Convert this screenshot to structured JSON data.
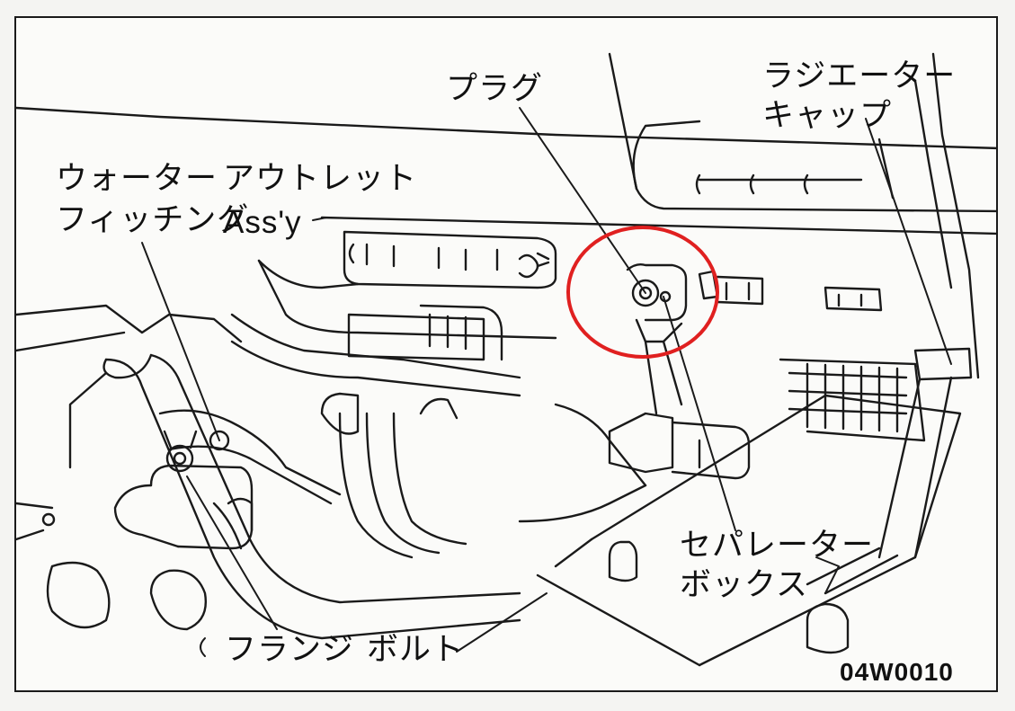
{
  "labels": {
    "plug": "プラグ",
    "radiator_line1": "ラジエーター",
    "radiator_line2": "キャップ",
    "water_line1": "ウォーター",
    "water_line2": "フィッチング",
    "outlet_line1": "アウトレット",
    "outlet_line2": "Ass'y",
    "separator_line1": "セパレーター",
    "separator_line2": "ボックス",
    "flange": "フランジ",
    "bolt": "ボルト"
  },
  "figure_code": "04W0010",
  "highlight": {
    "shape": "circle",
    "color": "#e02020"
  }
}
